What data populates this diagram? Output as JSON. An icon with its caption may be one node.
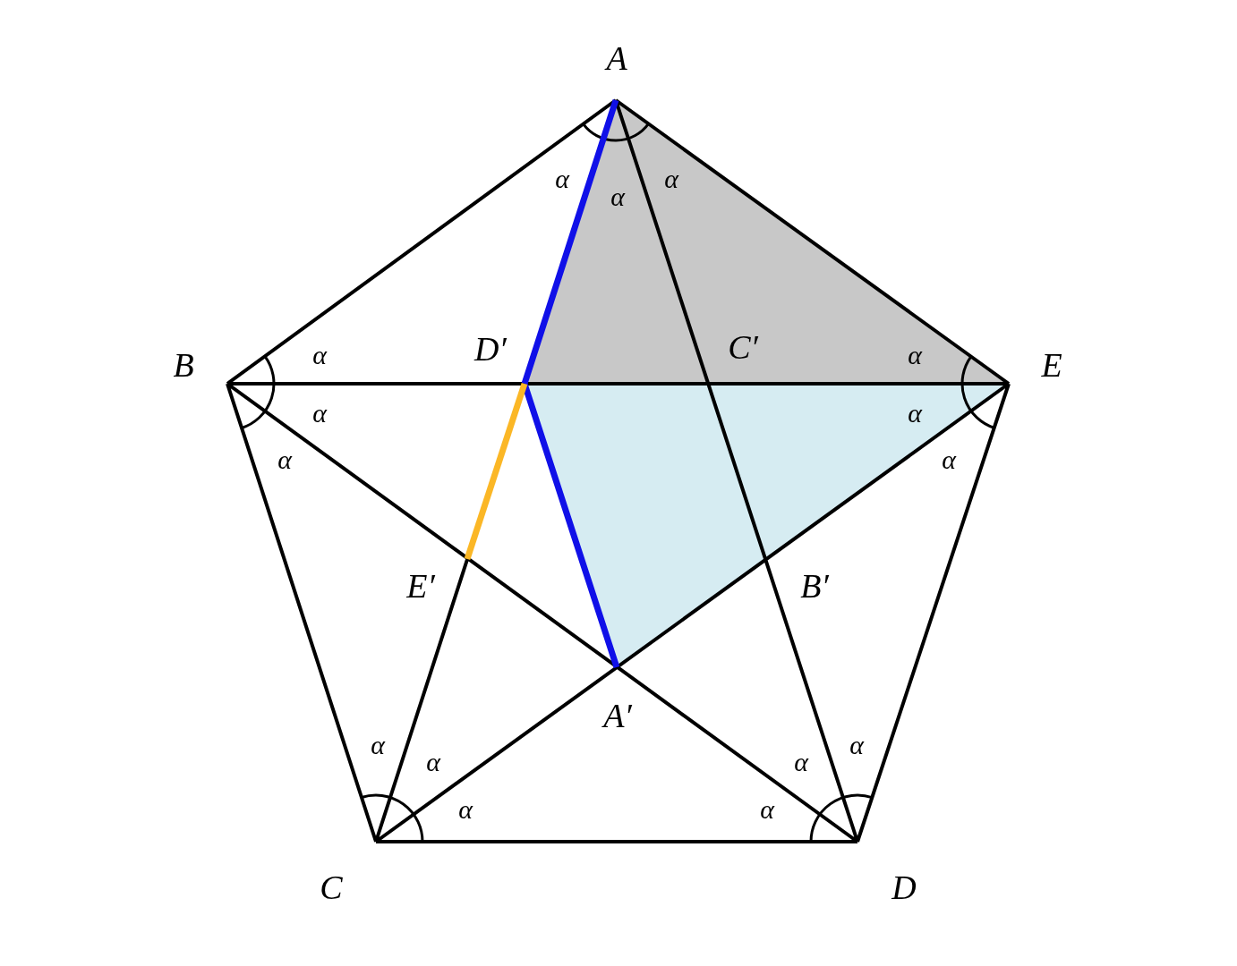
{
  "diagram": {
    "labels": [
      "A",
      "α",
      "α",
      "α",
      "B",
      "α",
      "D′",
      "C′",
      "α",
      "E",
      "α",
      "α",
      "α",
      "α",
      "E′",
      "B′",
      "A′",
      "α",
      "α",
      "α",
      "α",
      "α",
      "α",
      "C",
      "D"
    ]
  }
}
